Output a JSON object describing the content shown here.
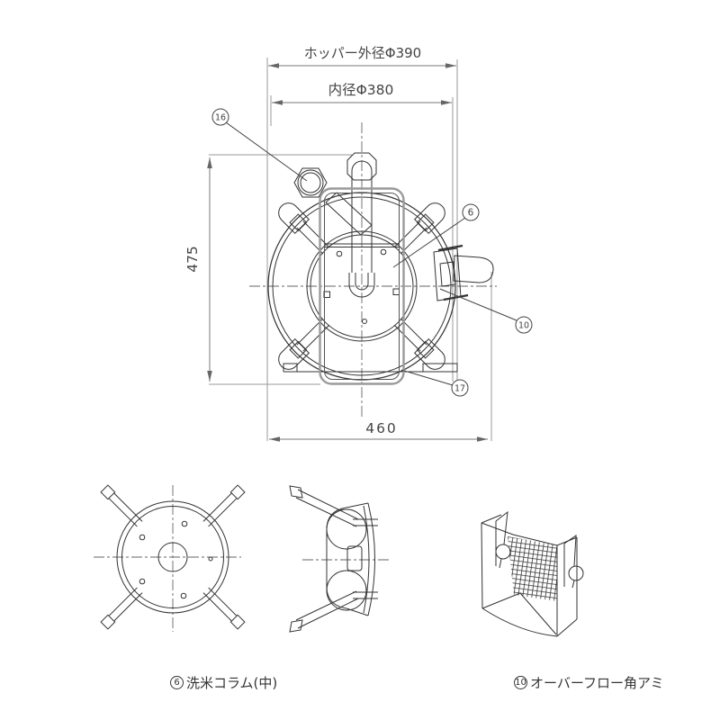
{
  "drawing": {
    "dims": {
      "hopper_outer": "ホッパー外径Φ390",
      "inner": "内径Φ380",
      "height": "475",
      "width": "460"
    },
    "callouts": {
      "hex_bolt": "16",
      "column": "6",
      "overflow_mesh": "10",
      "base_plate": "17"
    }
  },
  "details": {
    "left_caption": {
      "num": "6",
      "text": "洗米コラム(中)"
    },
    "right_caption": {
      "num": "10",
      "text": "オーバーフロー角アミ"
    }
  },
  "colors": {
    "background": "#ffffff",
    "geometry_line": "#333333",
    "frame_gray": "#9a9a9a",
    "dimension_line": "#777777",
    "extension_line": "#999999",
    "text": "#444444"
  }
}
